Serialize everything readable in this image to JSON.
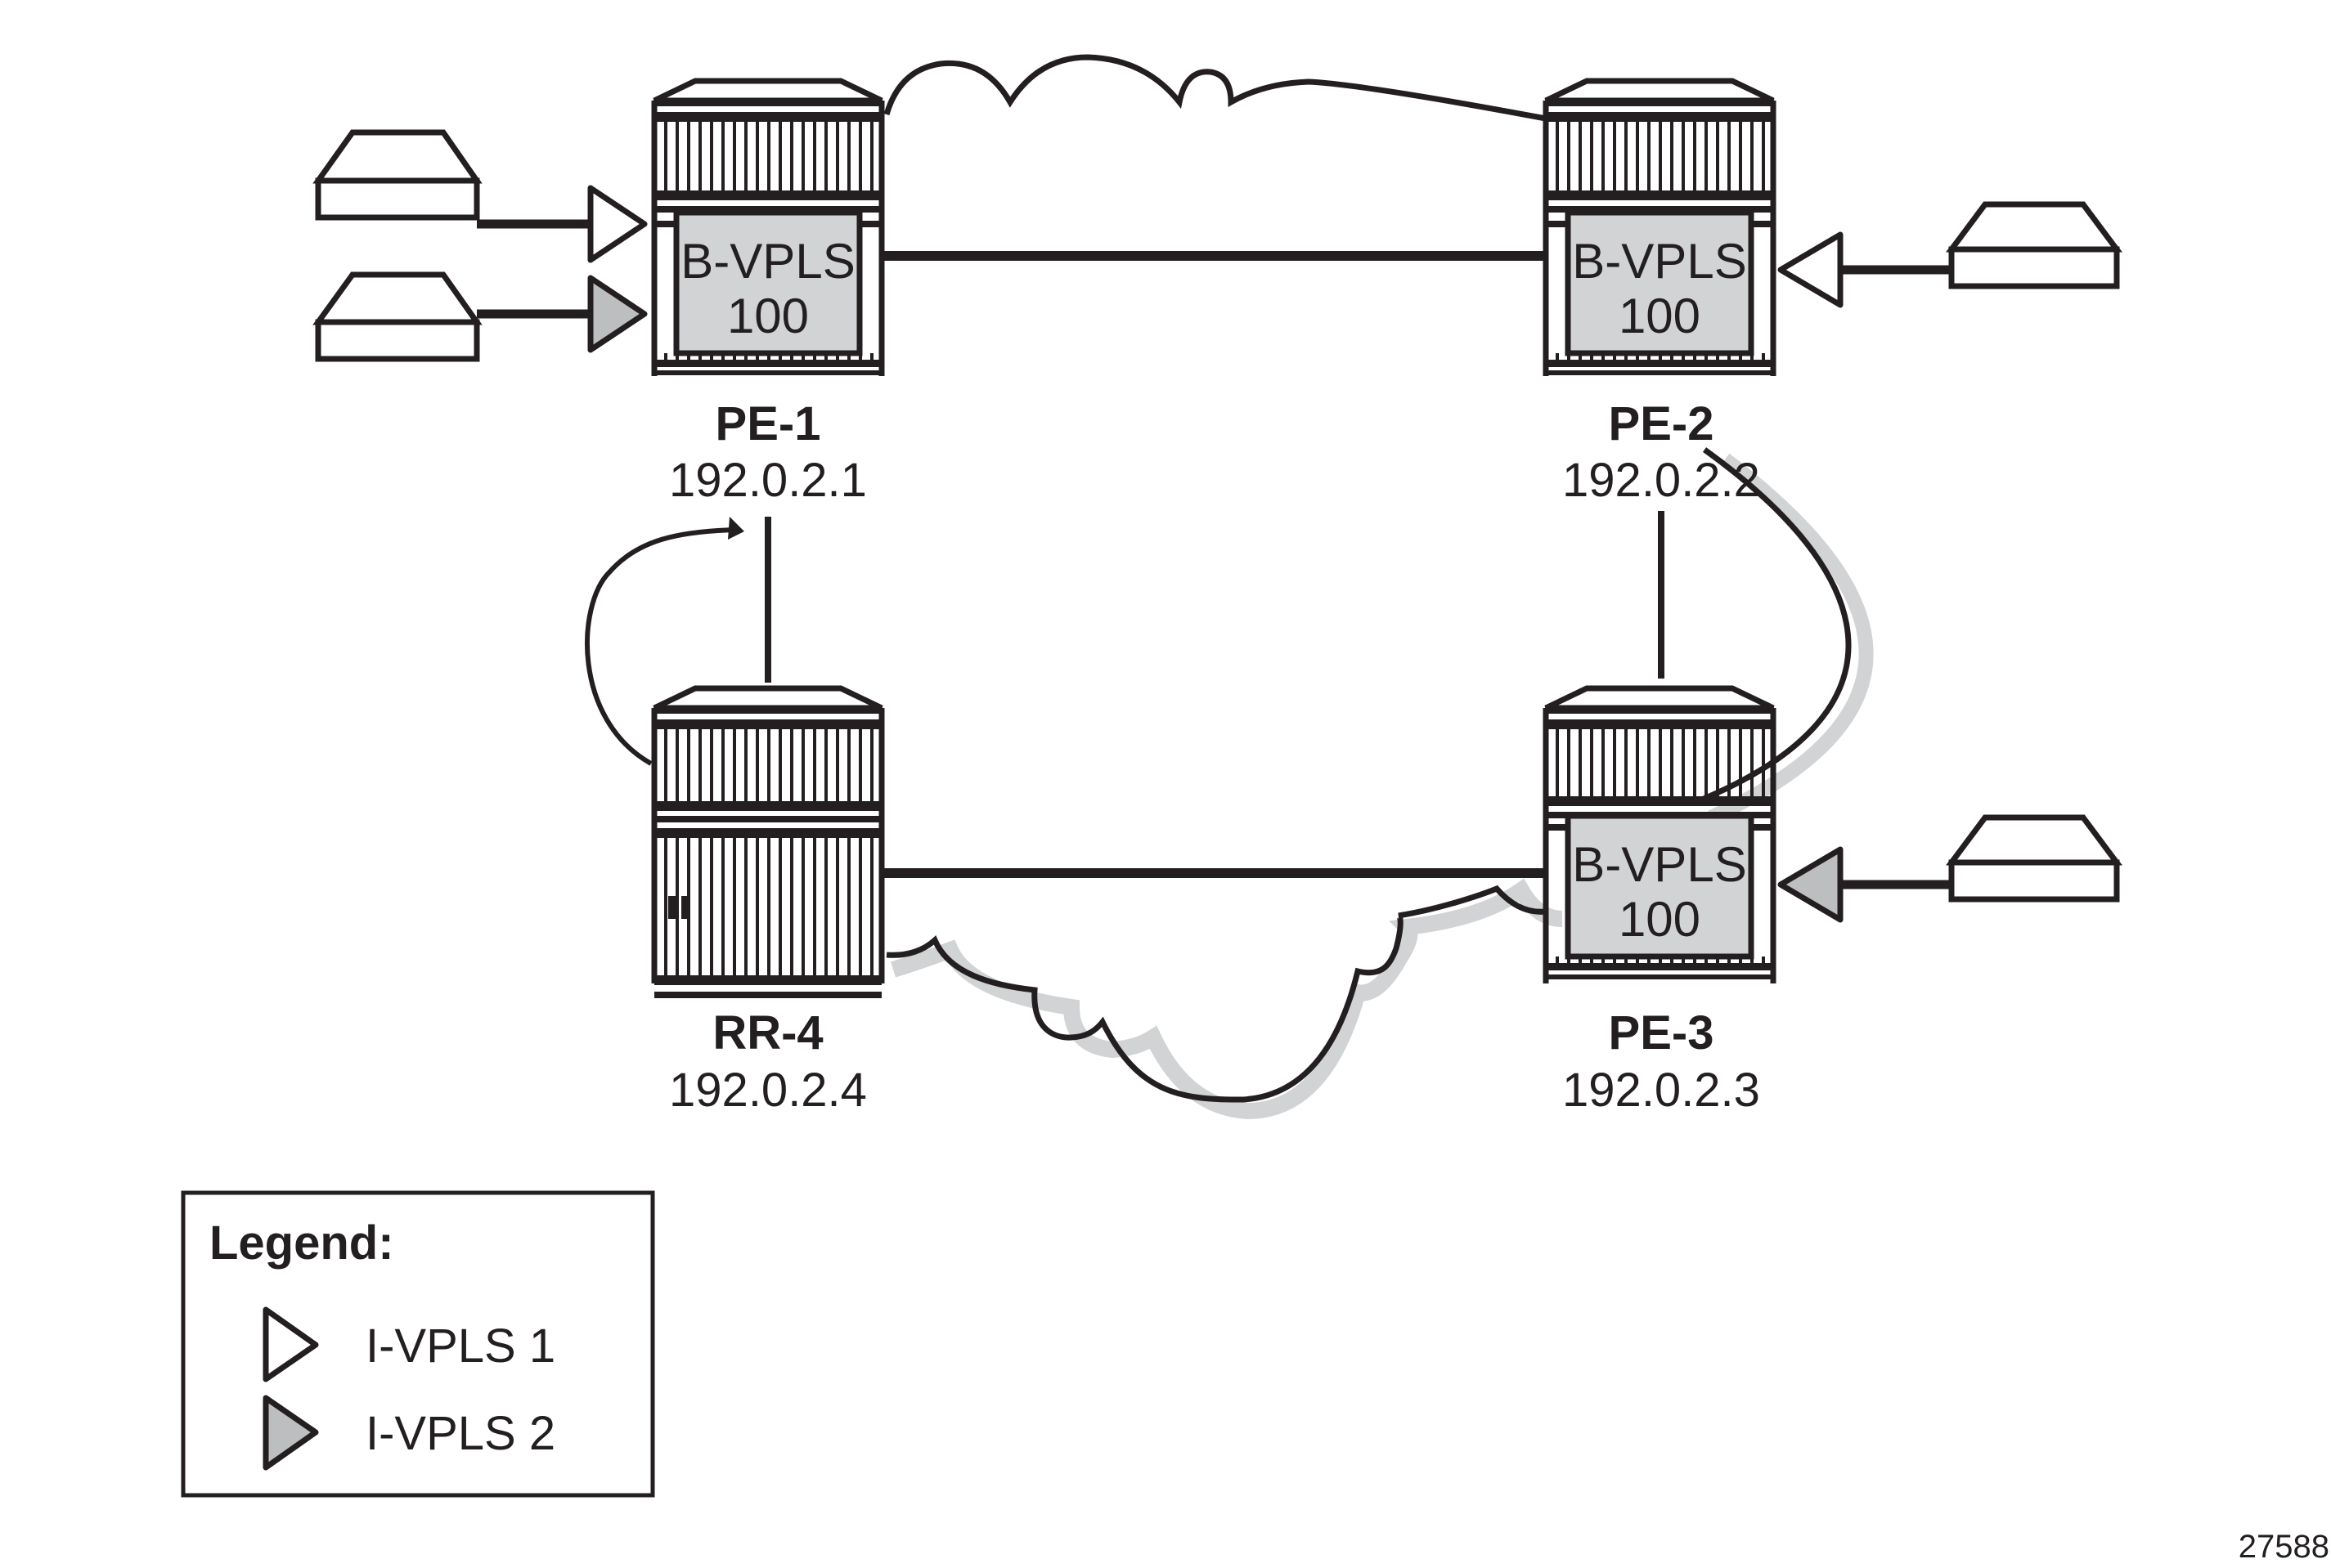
{
  "diagram": {
    "figure_number": "27588",
    "nodes": [
      {
        "id": "pe1",
        "name": "PE-1",
        "ip": "192.0.2.1",
        "service": {
          "line1": "B-VPLS",
          "line2": "100"
        }
      },
      {
        "id": "pe2",
        "name": "PE-2",
        "ip": "192.0.2.2",
        "service": {
          "line1": "B-VPLS",
          "line2": "100"
        }
      },
      {
        "id": "rr4",
        "name": "RR-4",
        "ip": "192.0.2.4",
        "service": null
      },
      {
        "id": "pe3",
        "name": "PE-3",
        "ip": "192.0.2.3",
        "service": {
          "line1": "B-VPLS",
          "line2": "100"
        }
      }
    ],
    "links": [
      {
        "from": "pe1",
        "to": "pe2",
        "type": "physical"
      },
      {
        "from": "rr4",
        "to": "pe3",
        "type": "physical"
      },
      {
        "from": "pe1",
        "to": "rr4",
        "type": "physical"
      },
      {
        "from": "pe2",
        "to": "pe3",
        "type": "physical"
      }
    ],
    "bgp_sessions": [
      {
        "from": "rr4",
        "to": "pe1",
        "type": "curved-arrow"
      },
      {
        "from": "pe2",
        "to": "pe3",
        "type": "curved-line"
      }
    ],
    "attachments": [
      {
        "node": "pe1",
        "ivpls": "I-VPLS 1"
      },
      {
        "node": "pe1",
        "ivpls": "I-VPLS 2"
      },
      {
        "node": "pe2",
        "ivpls": "I-VPLS 1"
      },
      {
        "node": "pe3",
        "ivpls": "I-VPLS 2"
      }
    ]
  },
  "legend": {
    "title": "Legend:",
    "items": [
      {
        "label": "I-VPLS 1",
        "fill": "#ffffff"
      },
      {
        "label": "I-VPLS 2",
        "fill": "#bcbec0"
      }
    ]
  },
  "colors": {
    "stroke": "#231f20",
    "service_fill": "#d1d3d4",
    "shadow": "#d1d3d4",
    "ivpls2_fill": "#bcbec0"
  }
}
